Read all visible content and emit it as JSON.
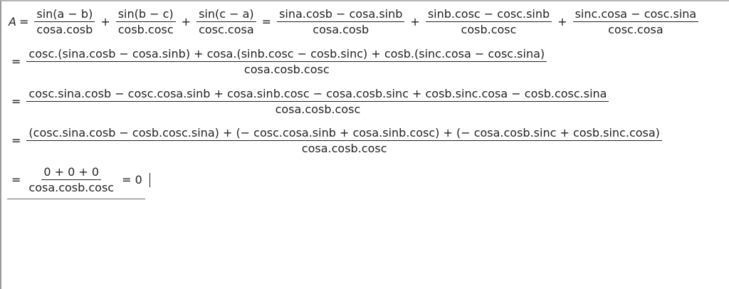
{
  "editor": {
    "line1": {
      "lhs": "A",
      "eq": "=",
      "f1": {
        "num": "sin(a − b)",
        "den": "cosa.cosb"
      },
      "plus1": "+",
      "f2": {
        "num": "sin(b − c)",
        "den": "cosb.cosc"
      },
      "plus2": "+",
      "f3": {
        "num": "sin(c − a)",
        "den": "cosc.cosa"
      },
      "eq2": "=",
      "f4": {
        "num": "sina.cosb − cosa.sinb",
        "den": "cosa.cosb"
      },
      "plus3": "+",
      "f5": {
        "num": "sinb.cosc − cosc.sinb",
        "den": "cosb.cosc"
      },
      "plus4": "+",
      "f6": {
        "num": "sinc.cosa − cosc.sina",
        "den": "cosc.cosa"
      }
    },
    "line2": {
      "eq": "=",
      "num": "cosc.(sina.cosb − cosa.sinb) + cosa.(sinb.cosc − cosb.sinc) + cosb.(sinc.cosa − cosc.sina)",
      "den": "cosa.cosb.cosc"
    },
    "line3": {
      "eq": "=",
      "num": "cosc.sina.cosb − cosc.cosa.sinb + cosa.sinb.cosc − cosa.cosb.sinc + cosb.sinc.cosa − cosb.cosc.sina",
      "den": "cosa.cosb.cosc"
    },
    "line4": {
      "eq": "=",
      "num": "(cosc.sina.cosb − cosb.cosc.sina) + (− cosc.cosa.sinb + cosa.sinb.cosc) + (− cosa.cosb.sinc + cosb.sinc.cosa)",
      "den": "cosa.cosb.cosc"
    },
    "line5": {
      "eq": "=",
      "num": "0 + 0 + 0",
      "den": "cosa.cosb.cosc",
      "tail": "= 0"
    }
  }
}
